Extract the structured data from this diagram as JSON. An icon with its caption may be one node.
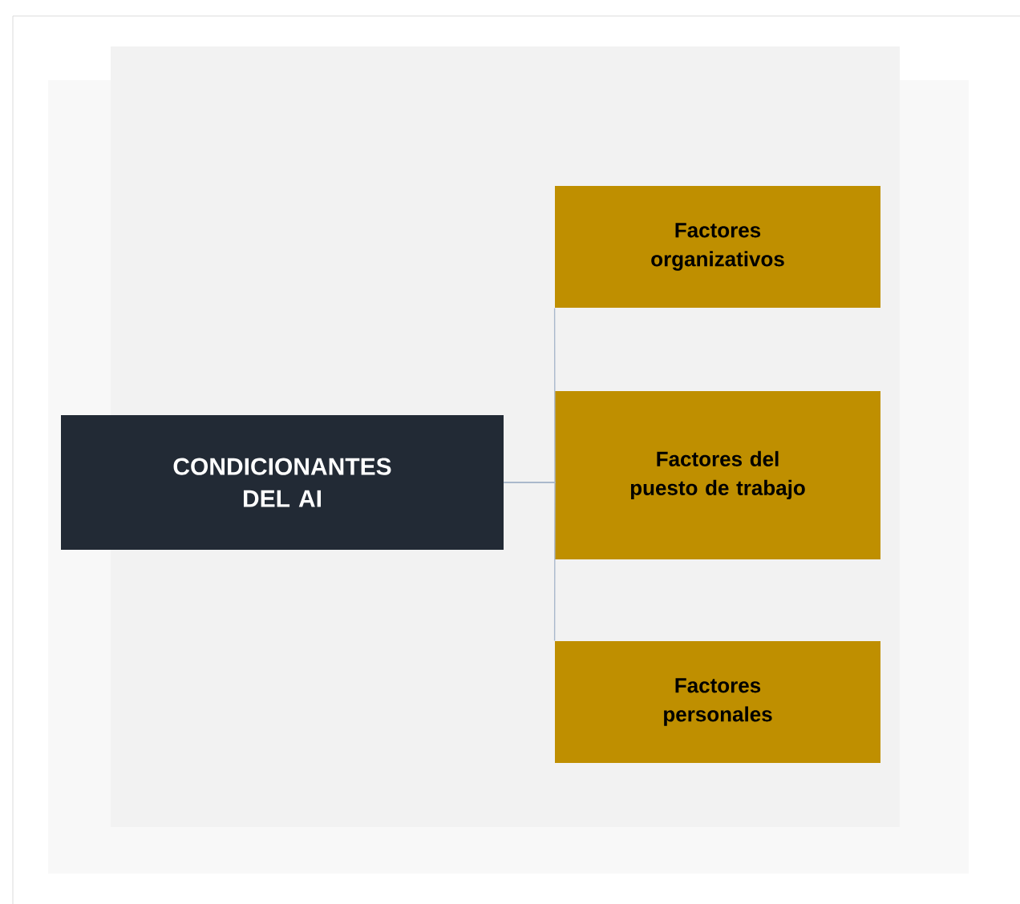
{
  "diagram": {
    "nodes": [
      {
        "text": [
          "CONDICIONANTES DEL AI"
        ]
      },
      {
        "text": [
          "Factores organizativos"
        ]
      },
      {
        "text": [
          "Factores del puesto de trabajo"
        ]
      },
      {
        "text": [
          "Factores personales"
        ]
      }
    ],
    "edges": [
      {
        "from": 0,
        "to": 1,
        "arrow": "none"
      },
      {
        "from": 0,
        "to": 2,
        "arrow": "none"
      },
      {
        "from": 0,
        "to": 3,
        "arrow": "none"
      }
    ]
  }
}
